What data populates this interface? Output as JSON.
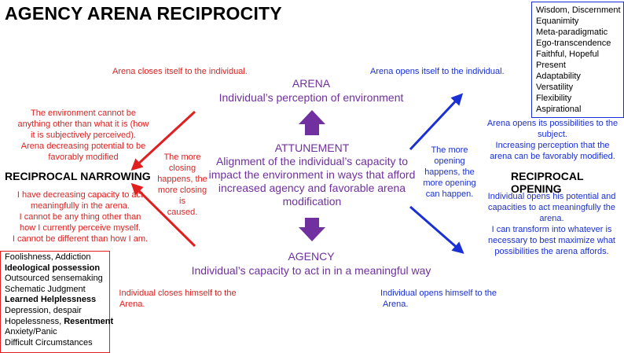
{
  "title": "AGENCY ARENA RECIPROCITY",
  "arena": {
    "heading": "ARENA",
    "subtitle": "Individual’s perception of environment"
  },
  "attunement": {
    "heading": "ATTUNEMENT",
    "lines": [
      "Alignment of the individual’s capacity to",
      "impact the environment in ways that afford",
      "increased agency and favorable arena",
      "modification"
    ]
  },
  "agency": {
    "heading": "AGENCY",
    "subtitle": "Individual’s capacity to act in in a meaningful way"
  },
  "left": {
    "top_label": "Arena closes itself to the individual.",
    "env_lines": [
      "The environment cannot be",
      "anything other than what it is (how",
      "it is subjectively perceived).",
      "Arena decreasing potential to be",
      "favorably modified"
    ],
    "middle_lines": [
      "The more",
      "closing",
      "happens, the",
      "more closing is",
      "caused."
    ],
    "heading": "RECIPROCAL NARROWING",
    "capacity_lines": [
      "I have decreasing capacity to act",
      "meaningfully in the arena.",
      "I cannot be any thing other than",
      "how I currently perceive myself.",
      "I cannot be different than how I am."
    ],
    "bottom_label_lines": [
      "Individual closes himself to the",
      "Arena."
    ]
  },
  "right": {
    "top_label": "Arena opens itself to the individual.",
    "possibility_lines": [
      "Arena opens its possibilities to the",
      "subject.",
      "Increasing perception that the",
      "arena can be favorably modified."
    ],
    "middle_lines": [
      "The more",
      "opening",
      "happens, the",
      "more opening",
      "can happen."
    ],
    "heading": "RECIPROCAL OPENING",
    "potential_lines": [
      "Individual opens his potential and",
      "capacities to act meaningfully the",
      "arena.",
      "I can transform into whatever is",
      "necessary to best maximize what",
      "possibilities the arena affords."
    ],
    "bottom_label_lines": [
      "Individual opens himself to the",
      "Arena."
    ]
  },
  "virtues_box": [
    "Wisdom, Discernment",
    "Equanimity",
    "Meta-paradigmatic",
    "Ego-transcendence",
    "Faithful, Hopeful",
    "Present",
    "Adaptability",
    "Versatility",
    "Flexibility",
    "Aspirational"
  ],
  "vices_box": [
    {
      "text": "Foolishness, Addiction",
      "bold": false
    },
    {
      "text": "Ideological possession",
      "bold": true
    },
    {
      "text": "Outsourced sensemaking",
      "bold": false
    },
    {
      "text": "Schematic Judgment",
      "bold": false
    },
    {
      "text": "Learned Helplessness",
      "bold": true
    },
    {
      "text": "Depression, despair",
      "bold": false
    },
    {
      "text": "Hopelessness, ",
      "bold": false,
      "extra": "Resentment"
    },
    {
      "text": "Anxiety/Panic",
      "bold": false
    },
    {
      "text": "Difficult Circumstances",
      "bold": false
    }
  ],
  "colors": {
    "narrowing": "#e02020",
    "opening": "#1a2fd6",
    "center": "#7030a0"
  }
}
